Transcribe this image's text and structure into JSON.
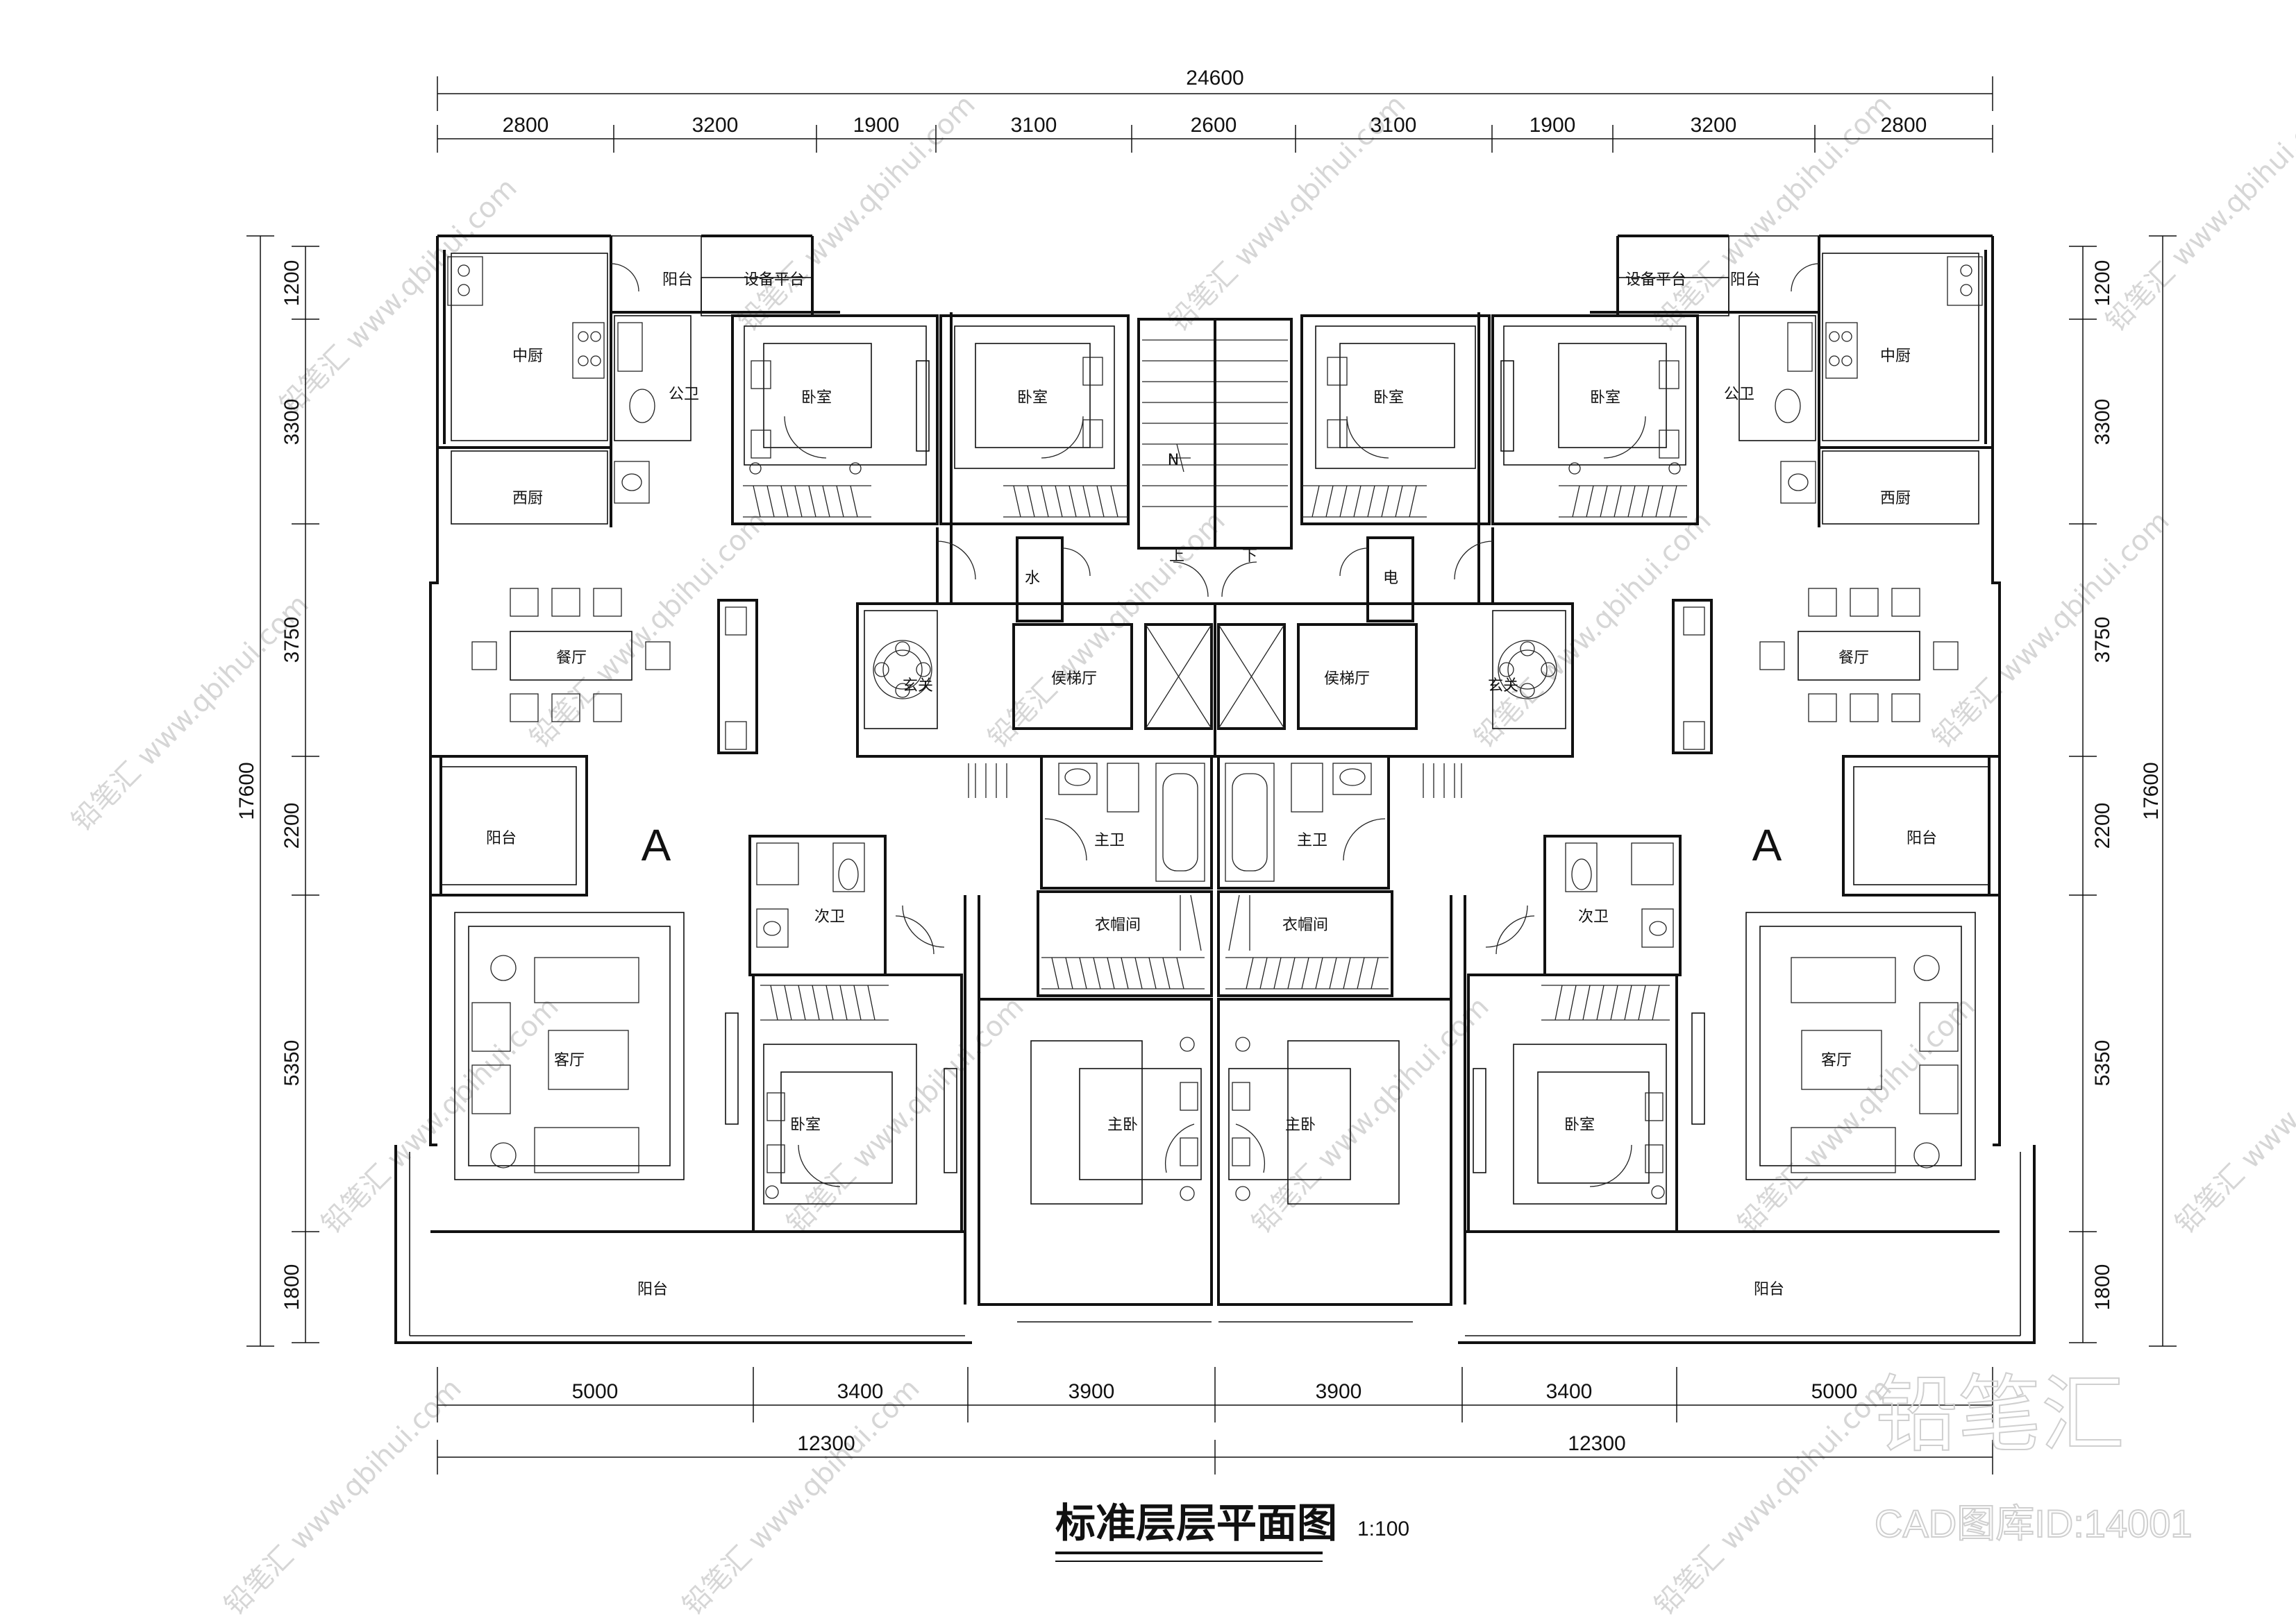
{
  "drawing": {
    "title": "标准层层平面图",
    "scale": "1:100"
  },
  "dimensions": {
    "overall_top": "24600",
    "top_segments": [
      "2800",
      "3200",
      "1900",
      "3100",
      "2600",
      "3100",
      "1900",
      "3200",
      "2800"
    ],
    "bottom_segments": [
      "5000",
      "3400",
      "3900",
      "3900",
      "3400",
      "5000"
    ],
    "bottom_halves": [
      "12300",
      "12300"
    ],
    "left_segments": [
      "1200",
      "3300",
      "3750",
      "2200",
      "5350",
      "1800"
    ],
    "left_overall": "17600",
    "right_segments": [
      "1200",
      "3300",
      "3750",
      "2200",
      "5350",
      "1800"
    ],
    "right_overall": "17600"
  },
  "units": {
    "left_label": "A",
    "right_label": "A"
  },
  "rooms": {
    "balcony": "阳台",
    "equipment_platform": "设备平台",
    "chinese_kitchen": "中厨",
    "western_kitchen": "西厨",
    "public_bath": "公卫",
    "bedroom": "卧室",
    "dining": "餐厅",
    "elevator_hall": "侯梯厅",
    "water": "水",
    "electric": "电",
    "master_bath": "主卫",
    "secondary_bath": "次卫",
    "cloakroom": "衣帽间",
    "living": "客厅",
    "master_bedroom": "主卧",
    "north": "N",
    "stair_up": "上",
    "stair_down": "下",
    "foyer": "玄关"
  },
  "watermark": {
    "text": "铅笔汇 www.qbihui.com",
    "brand": "铅笔汇",
    "id_text": "CAD图库ID:14001"
  }
}
